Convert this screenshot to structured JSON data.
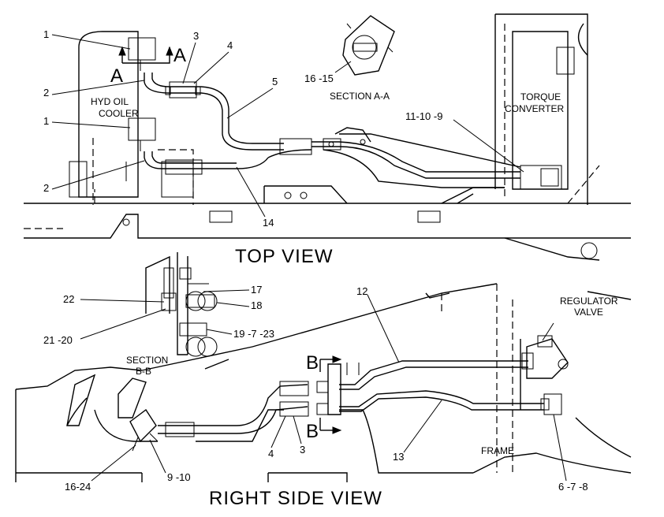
{
  "views": {
    "top_view": "TOP VIEW",
    "right_side_view": "RIGHT SIDE VIEW"
  },
  "components": {
    "hyd_oil_cooler_line1": "HYD OIL",
    "hyd_oil_cooler_line2": "COOLER",
    "torque_converter_line1": "TORQUE",
    "torque_converter_line2": "CONVERTER",
    "regulator_valve_line1": "REGULATOR",
    "regulator_valve_line2": "VALVE",
    "frame": "FRAME"
  },
  "sections": {
    "section_aa": "SECTION A-A",
    "section_aa_marker": "A",
    "section_bb_line1": "SECTION",
    "section_bb_line2": "B-B",
    "section_bb_marker": "B"
  },
  "callouts": {
    "c1_top": "1",
    "c1_mid": "1",
    "c2_top": "2",
    "c2_mid": "2",
    "c3_top": "3",
    "c4_top": "4",
    "c5": "5",
    "c16_15": "16 -15",
    "c11_10_9": "11-10 -9",
    "c14": "14",
    "c22": "22",
    "c17": "17",
    "c18": "18",
    "c21_20": "21 -20",
    "c19_7_23": "19 -7 -23",
    "c12": "12",
    "c13": "13",
    "c4_bottom": "4",
    "c3_bottom": "3",
    "c16_24": "16-24",
    "c9_10": "9 -10",
    "c6_7_8": "6 -7 -8"
  }
}
